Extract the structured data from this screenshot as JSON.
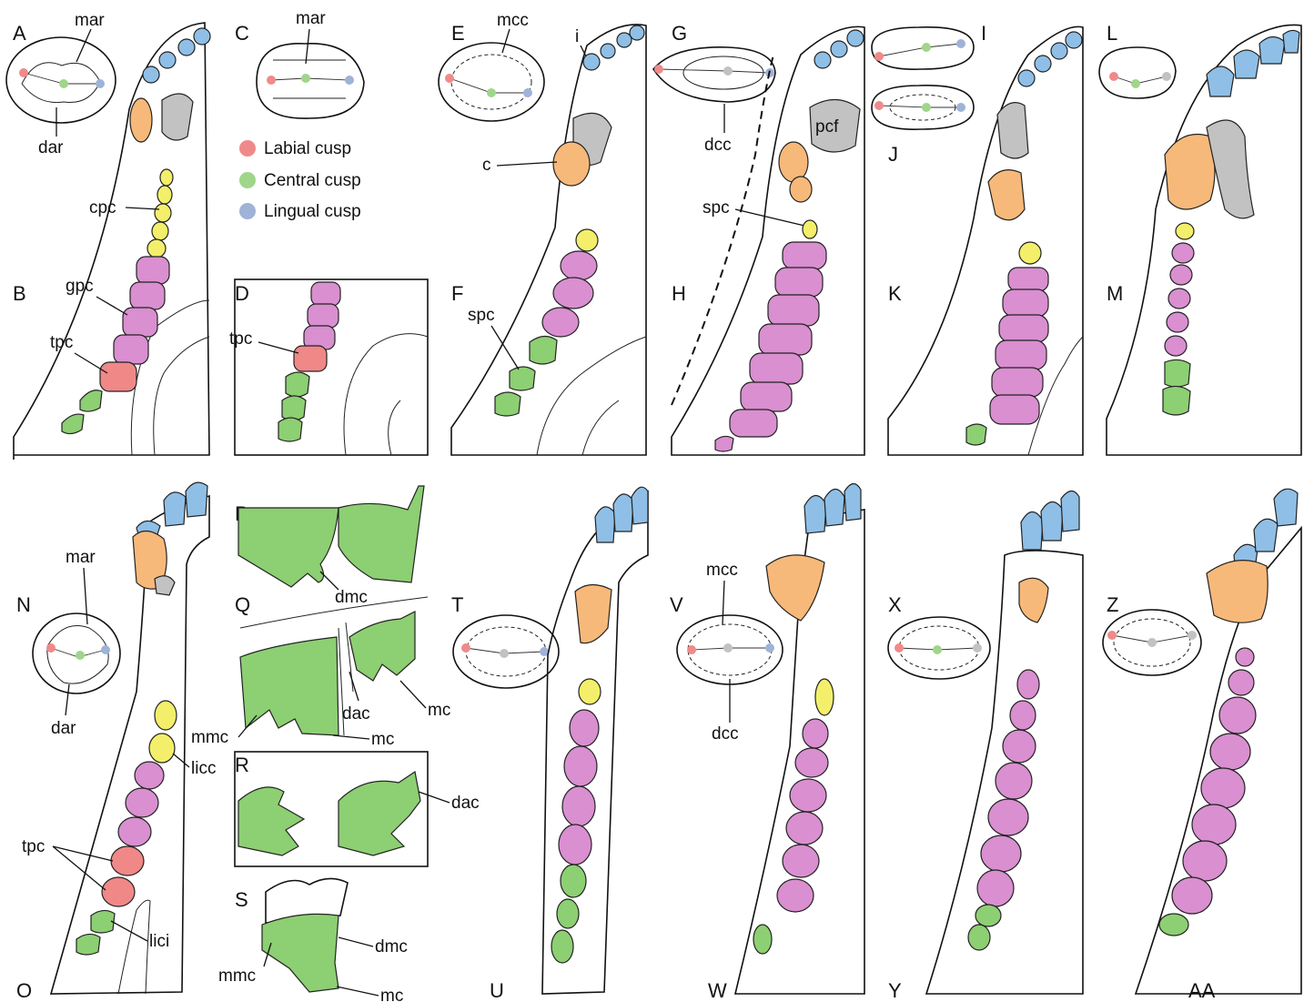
{
  "panels": {
    "A": "A",
    "B": "B",
    "C": "C",
    "D": "D",
    "E": "E",
    "F": "F",
    "G": "G",
    "H": "H",
    "I": "I",
    "J": "J",
    "K": "K",
    "L": "L",
    "M": "M",
    "N": "N",
    "O": "O",
    "P": "P",
    "Q": "Q",
    "R": "R",
    "S": "S",
    "T": "T",
    "U": "U",
    "V": "V",
    "W": "W",
    "X": "X",
    "Y": "Y",
    "Z": "Z",
    "AA": "AA"
  },
  "labels": {
    "mar": "mar",
    "dar": "dar",
    "mcc": "mcc",
    "dcc": "dcc",
    "i": "i",
    "c": "c",
    "cpc": "cpc",
    "gpc": "gpc",
    "tpc": "tpc",
    "spc": "spc",
    "pcf": "pcf",
    "licc": "licc",
    "lici": "lici",
    "dmc": "dmc",
    "dac": "dac",
    "mc": "mc",
    "mmc": "mmc"
  },
  "legend": [
    {
      "label": "Labial cusp",
      "color": "#f08a8a"
    },
    {
      "label": "Central cusp",
      "color": "#9fd68a"
    },
    {
      "label": "Lingual cusp",
      "color": "#9fb2d8"
    }
  ],
  "colors": {
    "incisor": "#8fbfe6",
    "canine": "#f7b97a",
    "canine_shadow": "#c9c9c9",
    "premolar_yellow": "#f3ef6b",
    "molar_pink": "#d98fd0",
    "tpc_red": "#f08888",
    "green": "#8dcf73",
    "gray": "#c2c2c2"
  }
}
